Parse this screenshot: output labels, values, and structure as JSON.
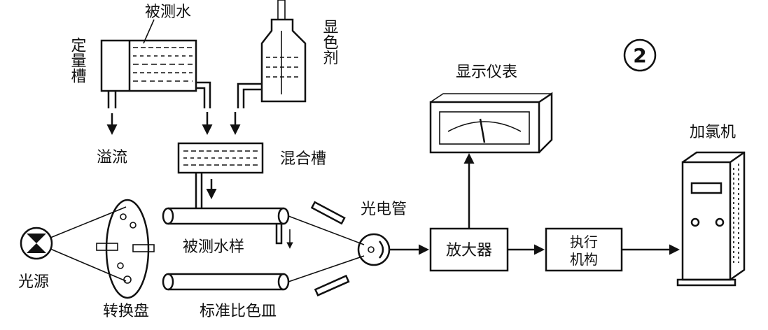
{
  "diagram": {
    "figure_number": "2",
    "labels": {
      "test_water": "被测水",
      "constant_tank": "定量槽",
      "reagent": "显色剂",
      "overflow": "溢流",
      "mixing_tank": "混合槽",
      "display_meter": "显示仪表",
      "chlorinator": "加氯机",
      "photocell": "光电管",
      "light_source": "光源",
      "sample_tube": "被测水样",
      "turntable": "转换盘",
      "standard_dish": "标准比色皿",
      "amplifier": "放大器",
      "actuator_line1": "执行",
      "actuator_line2": "机构"
    },
    "colors": {
      "ink": "#111111",
      "paper": "#ffffff"
    }
  }
}
